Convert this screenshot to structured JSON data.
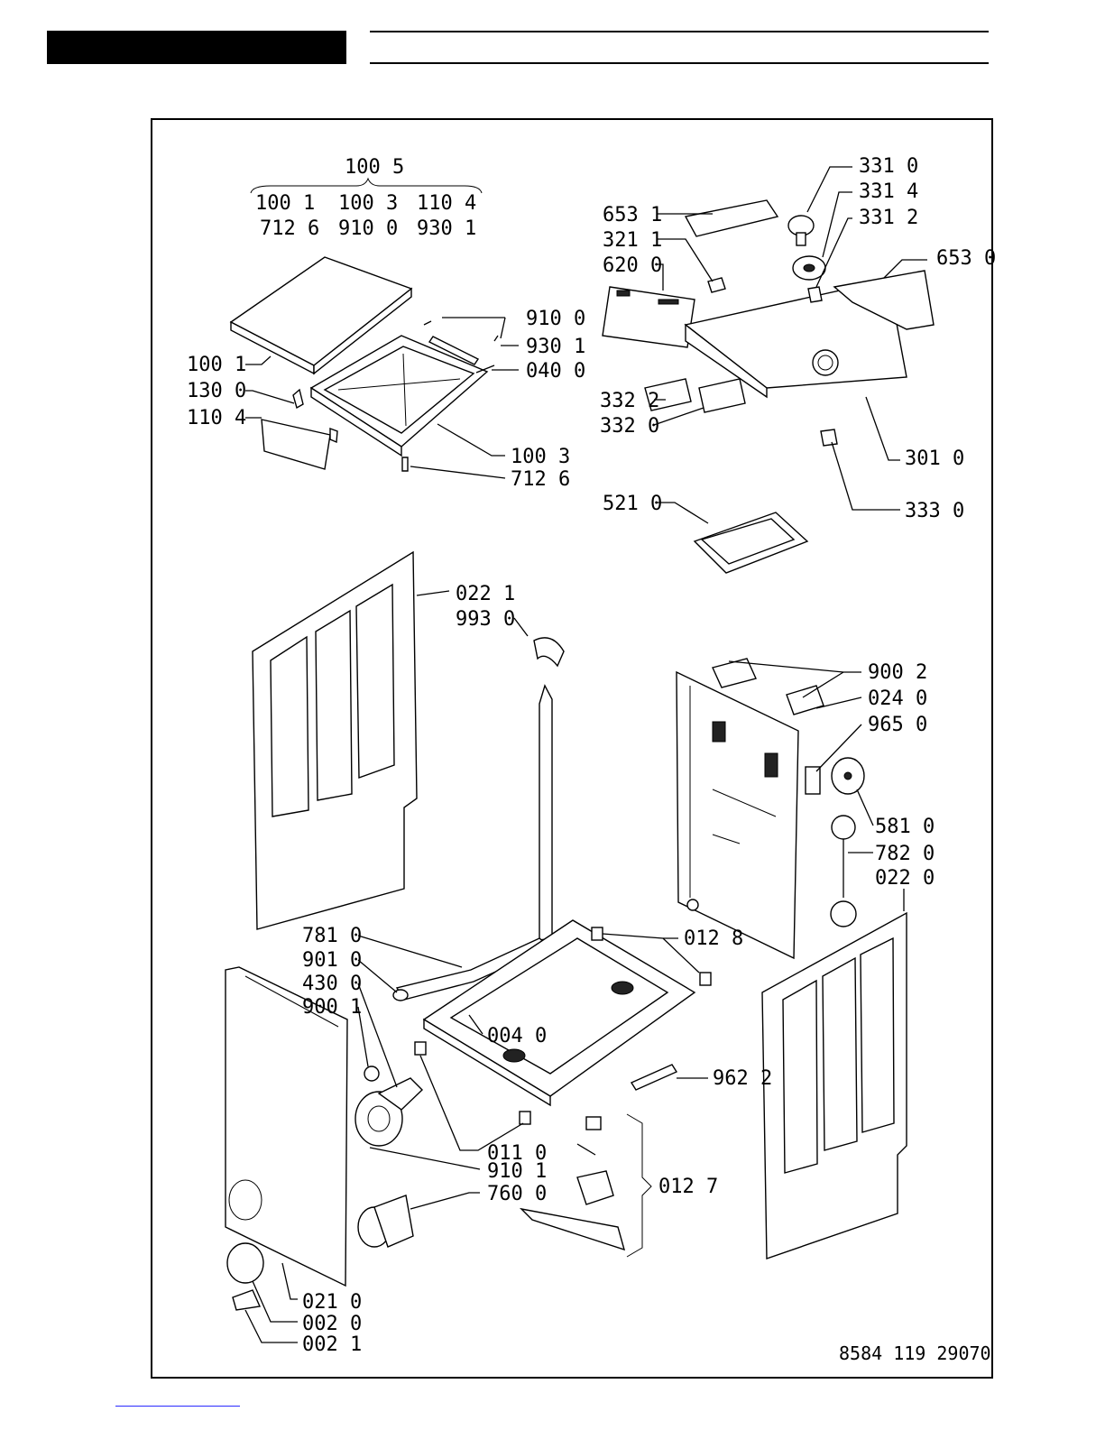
{
  "drawing_number": "8584 119 29070",
  "top_group": {
    "assembly": "100 5",
    "row1": [
      "100 1",
      "100 3",
      "110 4"
    ],
    "row2": [
      "712 6",
      "910 0",
      "930 1"
    ]
  },
  "labels": {
    "p1001": "100 1",
    "p1300": "130 0",
    "p1104": "110 4",
    "p9100": "910 0",
    "p9301": "930 1",
    "p0400": "040 0",
    "p1003": "100 3",
    "p7126": "712 6",
    "p6531": "653 1",
    "p3211": "321 1",
    "p6200": "620 0",
    "p3310": "331 0",
    "p3314": "331 4",
    "p3312": "331 2",
    "p6530": "653 0",
    "p3322": "332 2",
    "p3320": "332 0",
    "p3010": "301 0",
    "p3330": "333 0",
    "p5210": "521 0",
    "p0221": "022 1",
    "p9930": "993 0",
    "p9002": "900 2",
    "p0240": "024 0",
    "p9650": "965 0",
    "p5810": "581 0",
    "p7820": "782 0",
    "p0220": "022 0",
    "p7810": "781 0",
    "p9010": "901 0",
    "p4300": "430 0",
    "p9001": "900 1",
    "p0128": "012 8",
    "p0040": "004 0",
    "p9622": "962 2",
    "p0110": "011 0",
    "p9101": "910 1",
    "p7600": "760 0",
    "p0127": "012 7",
    "p0210": "021 0",
    "p0020": "002 0",
    "p0021": "002 1"
  }
}
